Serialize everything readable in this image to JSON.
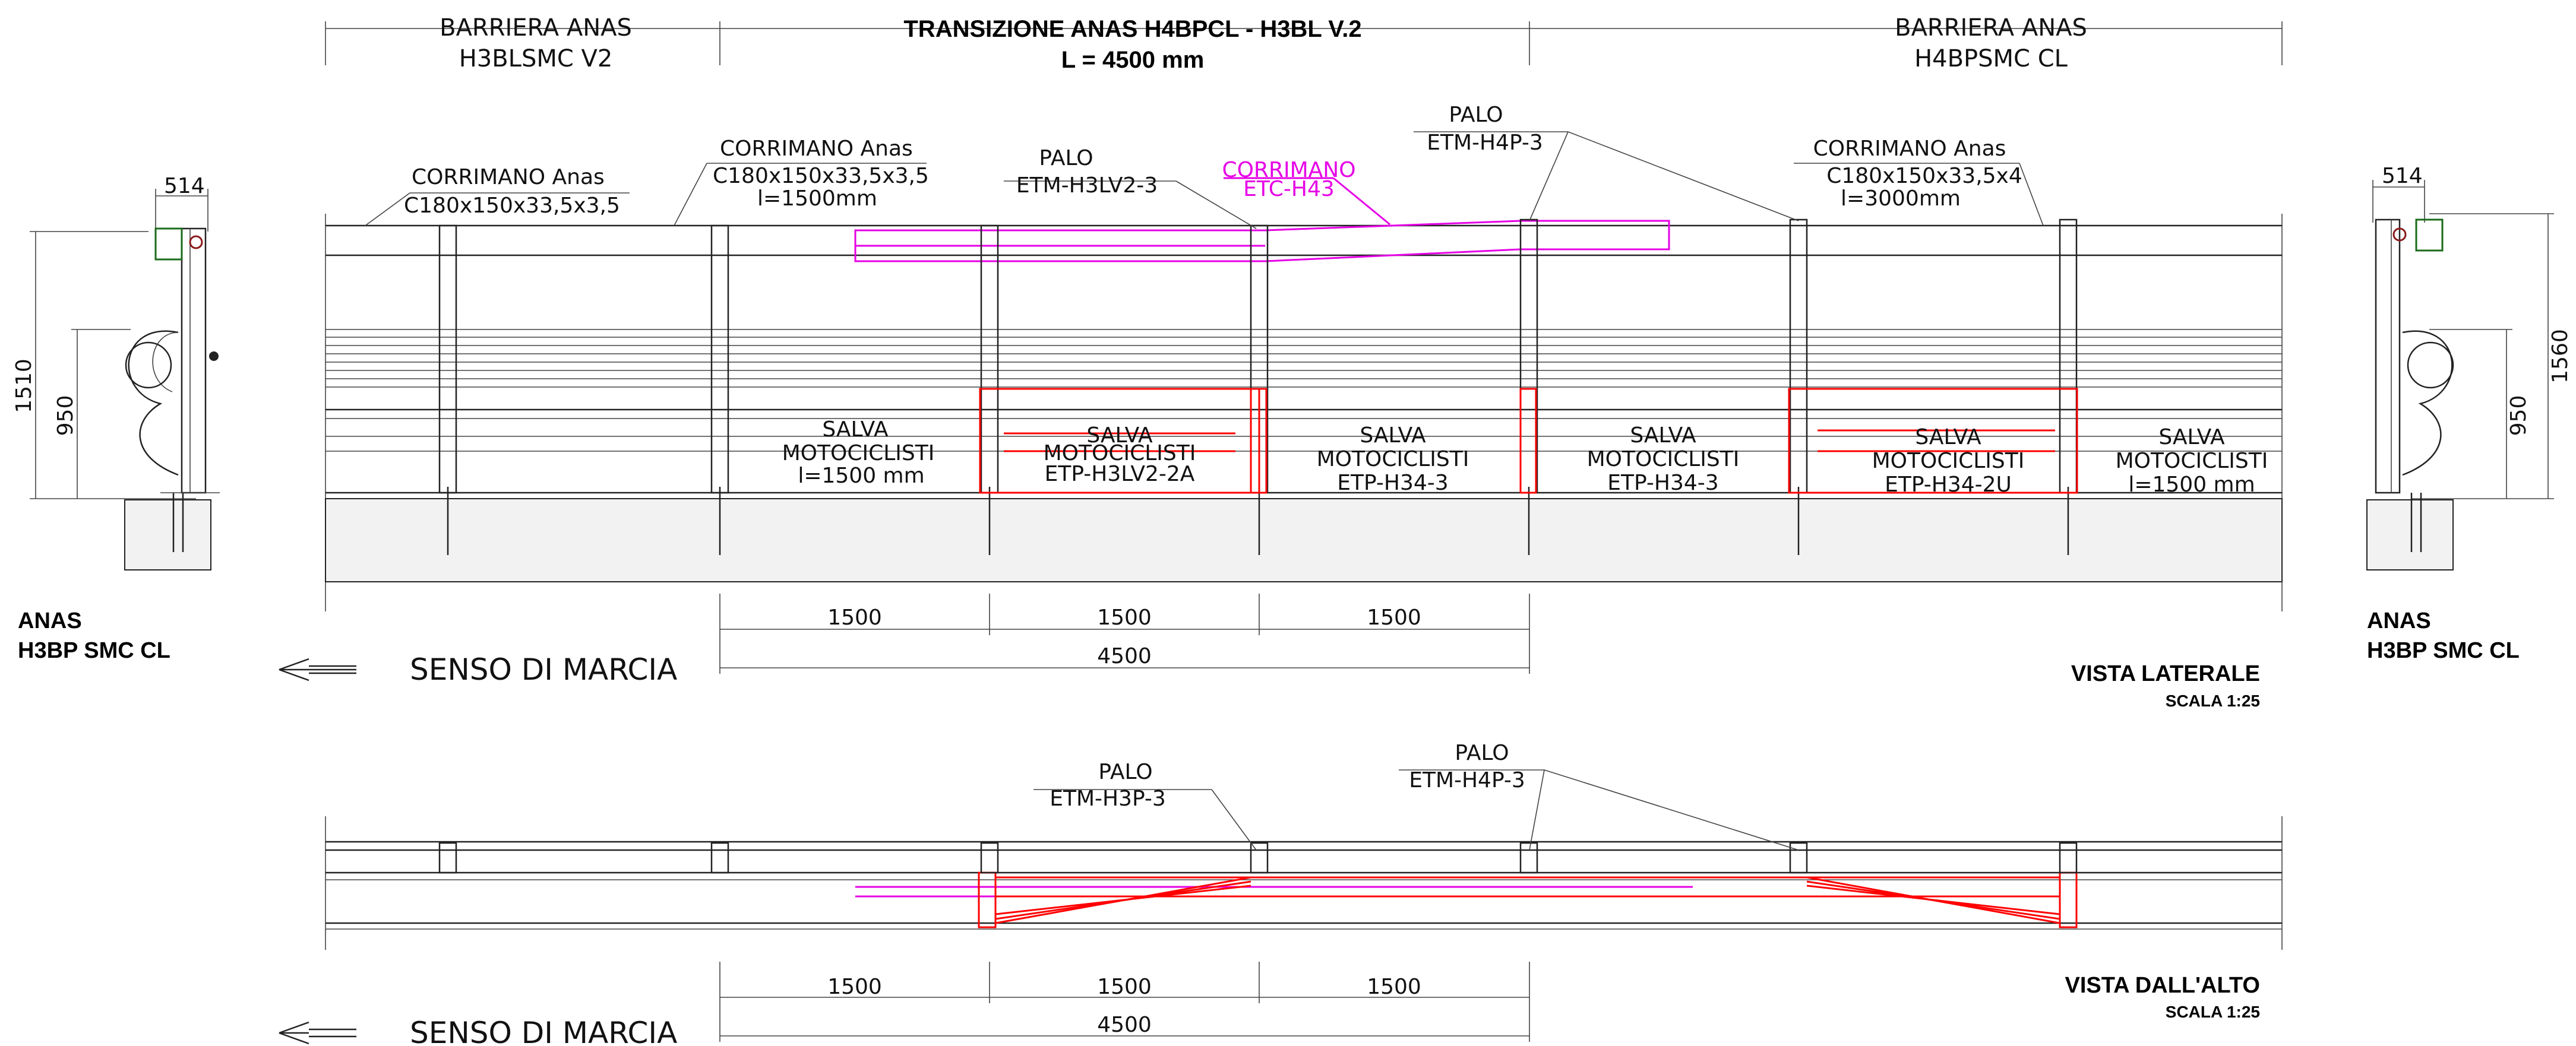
{
  "header": {
    "left_title": "BARRIERA ANAS",
    "left_sub": "H3BLSMC V2",
    "center_title": "TRANSIZIONE ANAS H4BPCL - H3BL V.2",
    "center_sub": "L = 4500 mm",
    "right_title": "BARRIERA ANAS",
    "right_sub": "H4BPSMC CL"
  },
  "side_view": {
    "callouts": {
      "corrimano_1_a": "CORRIMANO  Anas",
      "corrimano_1_b": "C180x150x33,5x3,5",
      "corrimano_2_a": "CORRIMANO  Anas",
      "corrimano_2_b": "C180x150x33,5x3,5",
      "corrimano_2_c": "l=1500mm",
      "palo_1_a": "PALO",
      "palo_1_b": "ETM-H3LV2-3",
      "corrimano_pink_a": "CORRIMANO",
      "corrimano_pink_b": "ETC-H43",
      "palo_2_a": "PALO",
      "palo_2_b": "ETM-H4P-3",
      "corrimano_3_a": "CORRIMANO  Anas",
      "corrimano_3_b": "C180x150x33,5x4",
      "corrimano_3_c": "l=3000mm"
    },
    "salva": [
      {
        "l1": "SALVA",
        "l2": "MOTOCICLISTI",
        "l3": "l=1500  mm"
      },
      {
        "l1": "SALVA",
        "l2": "MOTOCICLISTI",
        "l3": "ETP-H3LV2-2A"
      },
      {
        "l1": "SALVA",
        "l2": "MOTOCICLISTI",
        "l3": "ETP-H34-3"
      },
      {
        "l1": "SALVA",
        "l2": "MOTOCICLISTI",
        "l3": "ETP-H34-3"
      },
      {
        "l1": "SALVA",
        "l2": "MOTOCICLISTI",
        "l3": "ETP-H34-2U"
      },
      {
        "l1": "SALVA",
        "l2": "MOTOCICLISTI",
        "l3": "l=1500  mm"
      }
    ],
    "dims": [
      "1500",
      "1500",
      "1500",
      "4500"
    ],
    "direction": "SENSO DI MARCIA",
    "view_title": "VISTA LATERALE",
    "scale": "SCALA 1:25"
  },
  "left_section": {
    "width": "514",
    "height_total": "1510",
    "height_rail": "950",
    "name_1": "ANAS",
    "name_2": "H3BP SMC CL"
  },
  "right_section": {
    "width": "514",
    "height_total": "1560",
    "height_rail": "950",
    "name_1": "ANAS",
    "name_2": "H3BP SMC CL"
  },
  "top_view": {
    "palo_1_a": "PALO",
    "palo_1_b": "ETM-H3P-3",
    "palo_2_a": "PALO",
    "palo_2_b": "ETM-H4P-3",
    "dims": [
      "1500",
      "1500",
      "1500",
      "4500"
    ],
    "direction": "SENSO DI MARCIA",
    "view_title": "VISTA DALL'ALTO",
    "scale": "SCALA 1:25"
  },
  "colors": {
    "line": "#222222",
    "transition_handrail": "#e600e6",
    "transition_parts": "#ff0000"
  }
}
